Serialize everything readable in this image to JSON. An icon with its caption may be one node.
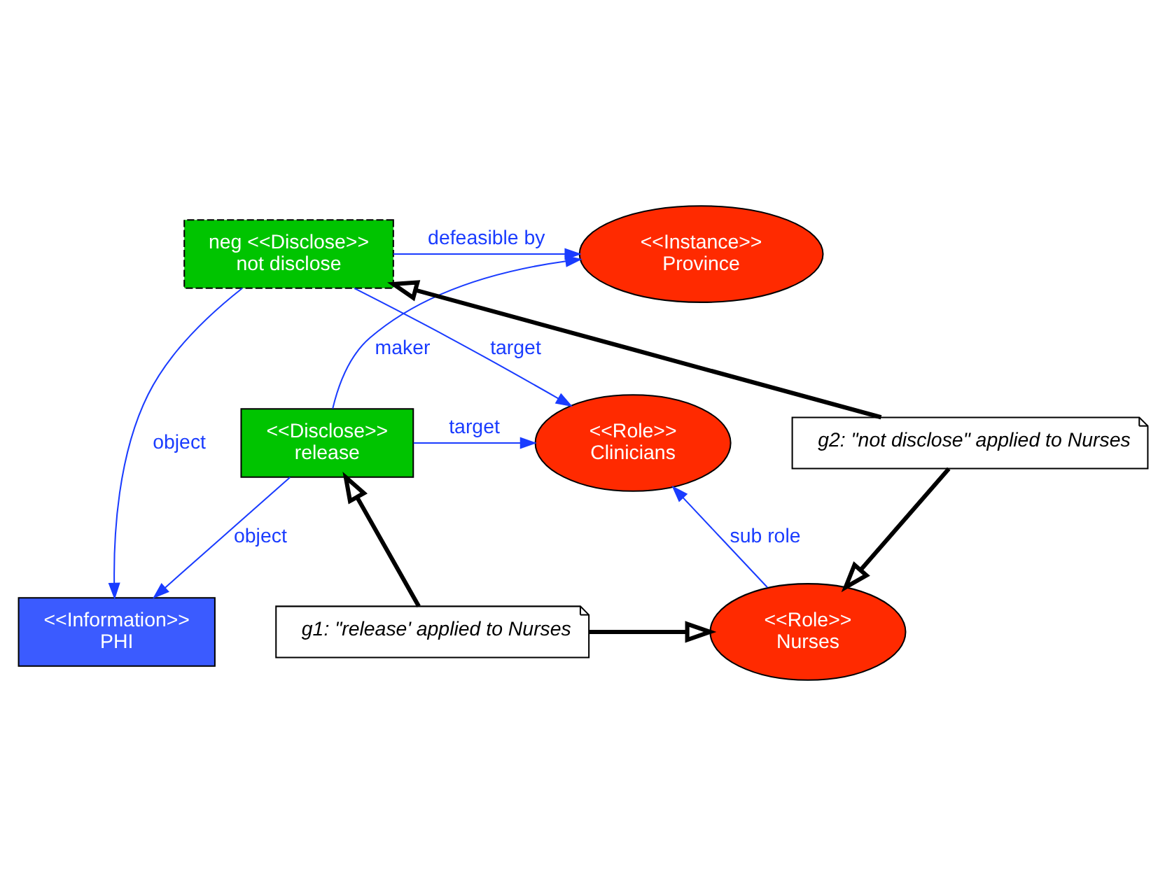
{
  "diagram": {
    "nodes": [
      {
        "text": [
          "<<Instance>>",
          "Province"
        ]
      },
      {
        "text": [
          "neg <<Disclose>>",
          "not disclose"
        ]
      },
      {
        "text": [
          "<<Information>>",
          "PHI"
        ]
      },
      {
        "text": [
          "<<Disclose>>",
          "release"
        ]
      },
      {
        "text": [
          "<<Role>>",
          "Clinicians"
        ]
      },
      {
        "text": [
          "<<Role>>",
          "Nurses"
        ]
      },
      {
        "text": [
          "g1: \"release' applied to Nurses"
        ]
      },
      {
        "text": [
          "g2: \"not disclose\" applied to Nurses"
        ]
      }
    ],
    "edges": [
      {
        "from": 1,
        "to": 0,
        "arrow": "to",
        "label": "defeasible by"
      },
      {
        "from": 1,
        "to": 2,
        "arrow": "to",
        "label": "object"
      },
      {
        "from": 1,
        "to": 4,
        "arrow": "to",
        "label": "target"
      },
      {
        "from": 3,
        "to": 0,
        "arrow": "to",
        "label": "maker"
      },
      {
        "from": 3,
        "to": 2,
        "arrow": "to",
        "label": "object"
      },
      {
        "from": 3,
        "to": 4,
        "arrow": "to",
        "label": "target"
      },
      {
        "from": 5,
        "to": 4,
        "arrow": "to",
        "label": "sub role"
      },
      {
        "from": 6,
        "to": 3,
        "arrow": "to",
        "style": "thick",
        "color": "#000000"
      },
      {
        "from": 6,
        "to": 5,
        "arrow": "to",
        "style": "thick",
        "color": "#000000"
      },
      {
        "from": 7,
        "to": 1,
        "arrow": "to",
        "style": "thick",
        "color": "#000000"
      },
      {
        "from": 7,
        "to": 5,
        "arrow": "to",
        "style": "thick",
        "color": "#000000"
      }
    ]
  }
}
